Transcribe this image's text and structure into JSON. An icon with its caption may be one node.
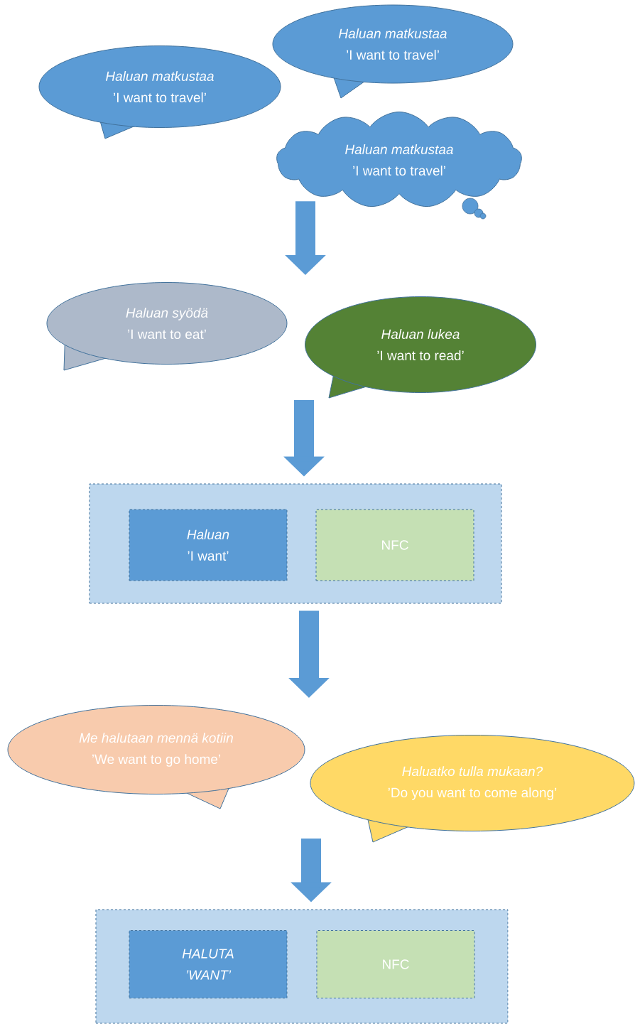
{
  "diagram": {
    "nodes": [
      {
        "text": [
          "Haluan matkustaa",
          "’I want to travel’"
        ]
      },
      {
        "text": [
          "Haluan matkustaa",
          "’I want to travel’"
        ]
      },
      {
        "text": [
          "Haluan matkustaa",
          "’I want to travel’"
        ]
      },
      {
        "text": [
          "Haluan syödä",
          "’I want to eat’"
        ]
      },
      {
        "text": [
          "Haluan lukea",
          "’I want to read’"
        ]
      },
      {
        "text": [],
        "shape": "box"
      },
      {
        "text": [
          "Haluan",
          "’I want’"
        ],
        "in": 5
      },
      {
        "text": [
          "NFC"
        ],
        "in": 5
      },
      {
        "text": [
          "Me halutaan mennä kotiin",
          "’We want to go home’"
        ]
      },
      {
        "text": [
          "Haluatko tulla mukaan?",
          "’Do you want to come along’"
        ]
      },
      {
        "text": [],
        "shape": "box"
      },
      {
        "text": [
          "HALUTA",
          "’WANT’"
        ],
        "in": 10
      },
      {
        "text": [
          "NFC"
        ],
        "in": 10
      }
    ],
    "edges": [
      {
        "from": 2,
        "to": 3,
        "arrow": "to"
      },
      {
        "from": 4,
        "to": 5,
        "arrow": "to"
      },
      {
        "from": 5,
        "to": 8,
        "arrow": "to"
      },
      {
        "from": 9,
        "to": 10,
        "arrow": "to"
      }
    ]
  }
}
